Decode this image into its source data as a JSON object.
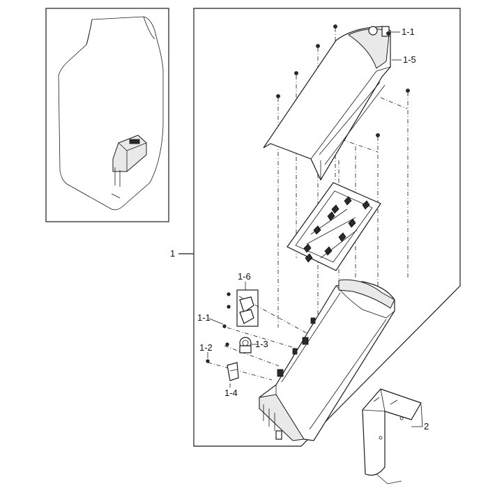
{
  "diagram": {
    "callouts": {
      "assembly": "1",
      "screw_top": "1-1",
      "duct_cover": "1-5",
      "thermostat_group": "1-6",
      "screw_left": "1-1",
      "fuse": "1-3",
      "screw_small": "1-2",
      "bracket_part": "1-4",
      "bracket": "2"
    }
  },
  "colors": {
    "line": "#1a1a1a",
    "background": "#ffffff"
  }
}
